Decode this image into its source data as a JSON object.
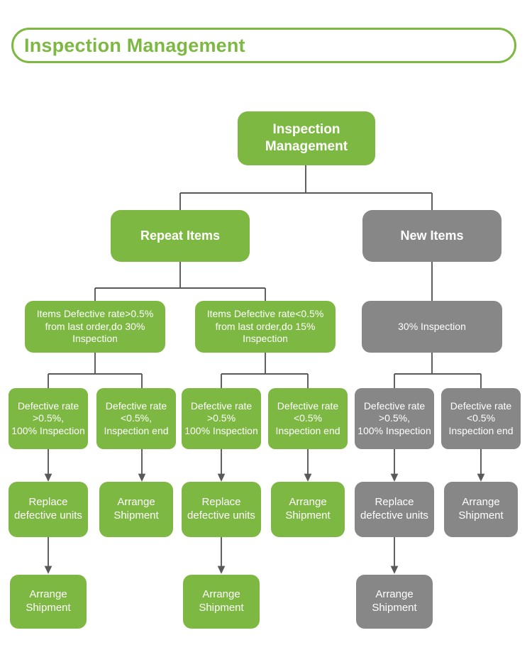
{
  "header": {
    "title": "Inspection Management",
    "accent_color": "#7DB843"
  },
  "colors": {
    "green": "#7DB843",
    "gray": "#878787",
    "connector": "#595959",
    "text_on_node": "#FFFFFF"
  },
  "diagram": {
    "root": {
      "label": "Inspection\nManagement",
      "color": "green"
    },
    "branches": [
      {
        "label": "Repeat Items",
        "color": "green"
      },
      {
        "label": "New Items",
        "color": "gray"
      }
    ],
    "level3": [
      {
        "label": "Items Defective rate>0.5%\nfrom last order,do 30%\nInspection",
        "color": "green"
      },
      {
        "label": "Items Defective rate<0.5%\nfrom last order,do 15%\nInspection",
        "color": "green"
      },
      {
        "label": "30% Inspection",
        "color": "gray"
      }
    ],
    "level4": [
      {
        "label": "Defective rate\n>0.5%,\n100% Inspection",
        "color": "green"
      },
      {
        "label": "Defective rate\n<0.5%,\nInspection end",
        "color": "green"
      },
      {
        "label": "Defective rate\n>0.5%\n100% Inspection",
        "color": "green"
      },
      {
        "label": "Defective rate\n<0.5%\nInspection end",
        "color": "green"
      },
      {
        "label": "Defective rate\n>0.5%,\n100% Inspection",
        "color": "gray"
      },
      {
        "label": "Defective rate\n<0.5%\nInspection end",
        "color": "gray"
      }
    ],
    "level5": [
      {
        "label": "Replace\ndefective units",
        "color": "green"
      },
      {
        "label": "Arrange\nShipment",
        "color": "green"
      },
      {
        "label": "Replace\ndefective units",
        "color": "green"
      },
      {
        "label": "Arrange\nShipment",
        "color": "green"
      },
      {
        "label": "Replace\ndefective units",
        "color": "gray"
      },
      {
        "label": "Arrange\nShipment",
        "color": "gray"
      }
    ],
    "level6": [
      {
        "label": "Arrange\nShipment",
        "color": "green"
      },
      {
        "label": "Arrange\nShipment",
        "color": "green"
      },
      {
        "label": "Arrange\nShipment",
        "color": "gray"
      }
    ]
  }
}
